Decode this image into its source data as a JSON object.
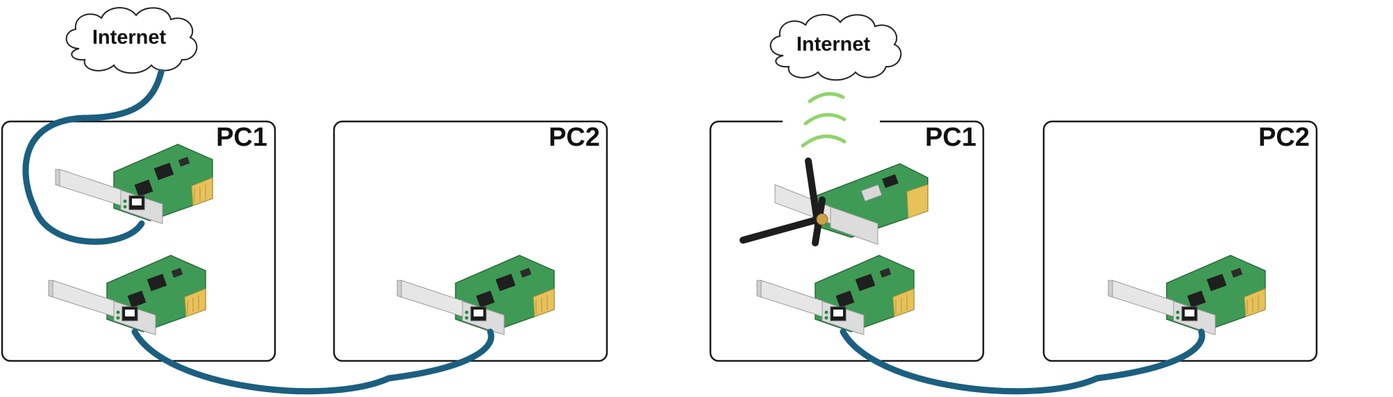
{
  "colors": {
    "cable": "#1b5f80",
    "box_border": "#1a1a1a",
    "cloud_border": "#222222",
    "pcb_green": "#3f9a55",
    "wifi_green": "#8fd46a"
  },
  "left_scenario": {
    "internet_label": "Internet",
    "pc1_label": "PC1",
    "pc2_label": "PC2"
  },
  "right_scenario": {
    "internet_label": "Internet",
    "pc1_label": "PC1",
    "pc2_label": "PC2"
  },
  "icons": [
    "cloud-icon",
    "ethernet-card-icon",
    "wireless-card-icon",
    "wifi-signal-icon",
    "network-cable"
  ]
}
